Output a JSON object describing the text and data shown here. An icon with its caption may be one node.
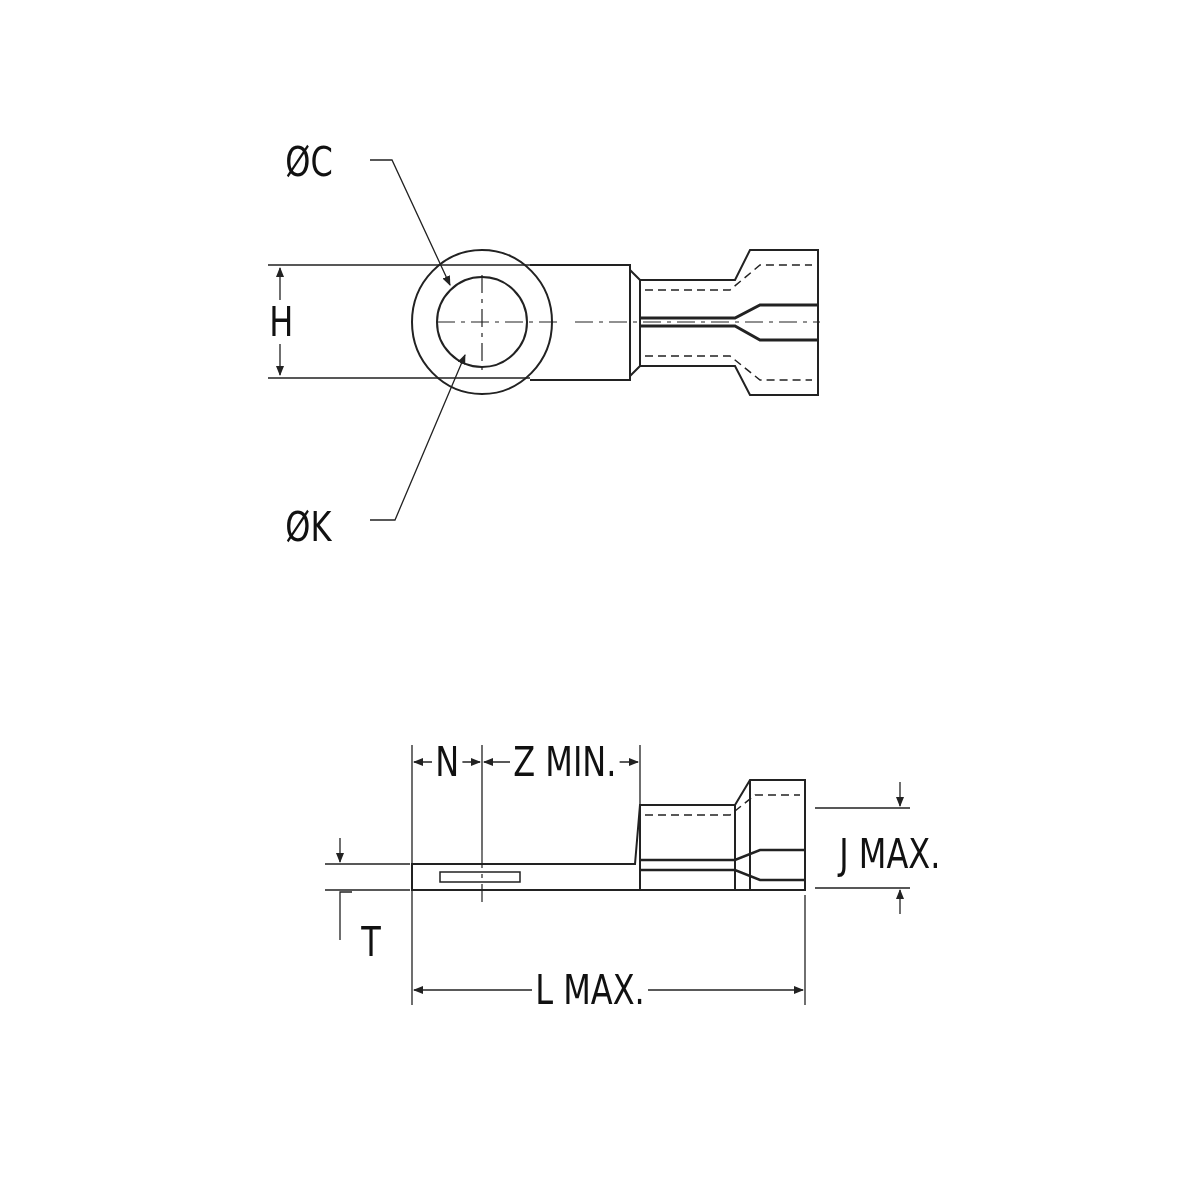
{
  "diagram": {
    "nodes": [
      {
        "text": [
          "ØC"
        ]
      },
      {
        "text": [
          "ØK"
        ]
      }
    ],
    "edges": [
      {
        "from": 0,
        "to": null,
        "arrow": "to"
      },
      {
        "from": 1,
        "to": null,
        "arrow": "to"
      }
    ],
    "labels": [
      "H",
      "N",
      "Z MIN.",
      "J MAX.",
      "T",
      "L MAX."
    ]
  }
}
